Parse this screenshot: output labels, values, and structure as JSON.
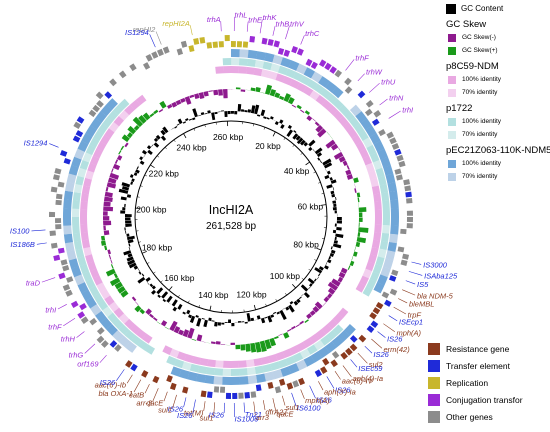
{
  "center": {
    "name": "IncHI2A",
    "size": "261,528 bp"
  },
  "colors": {
    "gc_content": "#000000",
    "gc_skew_neg": "#8e1a8e",
    "gc_skew_pos": "#1a9a1a",
    "p8c59_100": "#e9a9e2",
    "p8c59_70": "#f3d0ef",
    "p1722_100": "#b3e0e0",
    "p1722_70": "#d4ecec",
    "pec21_100": "#6fa6d8",
    "pec21_70": "#bdd2e8",
    "resistance": "#8b3a1e",
    "transfer": "#1f2ad8",
    "replication": "#c8b62c",
    "conjugation": "#9a2bd6",
    "other": "#8c8c8c"
  },
  "ticks": [
    "20 kbp",
    "40 kbp",
    "60 kbp",
    "80 kbp",
    "100 kbp",
    "120 kbp",
    "140 kbp",
    "160 kbp",
    "180 kbp",
    "200 kbp",
    "220 kbp",
    "240 kbp",
    "260 kbp"
  ],
  "legend": {
    "gc_content": "GC Content",
    "gc_skew": "GC Skew",
    "gc_skew_neg": "GC Skew(-)",
    "gc_skew_pos": "GC Skew(+)",
    "p8c59": "p8C59-NDM",
    "p1722": "p1722",
    "pec21": "pEC21Z063-110K-NDM5",
    "identity_100": "100% identity",
    "identity_70": "70% identity"
  },
  "category_legend": {
    "resistance": "Resistance gene",
    "transfer": "Transfer element",
    "replication": "Replication",
    "conjugation": "Conjugation transfor",
    "other": "Other genes"
  },
  "gene_labels": [
    {
      "text": "repHI2A",
      "cat": "replication"
    },
    {
      "text": "repHI2",
      "cat": "other"
    },
    {
      "text": "trhA",
      "cat": "conjugation"
    },
    {
      "text": "trhL",
      "cat": "conjugation"
    },
    {
      "text": "trhE",
      "cat": "conjugation"
    },
    {
      "text": "trhK",
      "cat": "conjugation"
    },
    {
      "text": "trhB",
      "cat": "conjugation"
    },
    {
      "text": "trhV",
      "cat": "conjugation"
    },
    {
      "text": "trhC",
      "cat": "conjugation"
    },
    {
      "text": "trhF",
      "cat": "conjugation"
    },
    {
      "text": "trhW",
      "cat": "conjugation"
    },
    {
      "text": "trhU",
      "cat": "conjugation"
    },
    {
      "text": "trhN",
      "cat": "conjugation"
    },
    {
      "text": "trhI",
      "cat": "conjugation"
    },
    {
      "text": "IS3000",
      "cat": "transfer"
    },
    {
      "text": "ISAba125",
      "cat": "transfer"
    },
    {
      "text": "IS5",
      "cat": "transfer"
    },
    {
      "text": "bla NDM-5",
      "cat": "resistance"
    },
    {
      "text": "bleMBL",
      "cat": "resistance"
    },
    {
      "text": "trpF",
      "cat": "resistance"
    },
    {
      "text": "ISEcp1",
      "cat": "transfer"
    },
    {
      "text": "mph(A)",
      "cat": "resistance"
    },
    {
      "text": "IS26",
      "cat": "transfer"
    },
    {
      "text": "erm(42)",
      "cat": "resistance"
    },
    {
      "text": "IS26",
      "cat": "transfer"
    },
    {
      "text": "sul2",
      "cat": "resistance"
    },
    {
      "text": "ISEc59",
      "cat": "transfer"
    },
    {
      "text": "aph(4)-Ia",
      "cat": "resistance"
    },
    {
      "text": "aac(3)-IV",
      "cat": "resistance"
    },
    {
      "text": "IS26",
      "cat": "transfer"
    },
    {
      "text": "aph(3')-Ia",
      "cat": "resistance"
    },
    {
      "text": "IS26",
      "cat": "transfer"
    },
    {
      "text": "mph(A)",
      "cat": "resistance"
    },
    {
      "text": "IS6100",
      "cat": "transfer"
    },
    {
      "text": "sul1",
      "cat": "resistance"
    },
    {
      "text": "qacE",
      "cat": "resistance"
    },
    {
      "text": "dfrA27",
      "cat": "resistance"
    },
    {
      "text": "arr3",
      "cat": "resistance"
    },
    {
      "text": "Tn21",
      "cat": "transfer"
    },
    {
      "text": "IS1006",
      "cat": "transfer"
    },
    {
      "text": "IS26",
      "cat": "transfer"
    },
    {
      "text": "sul1",
      "cat": "resistance"
    },
    {
      "text": "tet(M)",
      "cat": "resistance"
    },
    {
      "text": "IS26",
      "cat": "transfer"
    },
    {
      "text": "IS26",
      "cat": "transfer"
    },
    {
      "text": "sul1",
      "cat": "resistance"
    },
    {
      "text": "qacE",
      "cat": "resistance"
    },
    {
      "text": "arr-3",
      "cat": "resistance"
    },
    {
      "text": "catB",
      "cat": "resistance"
    },
    {
      "text": "bla OXA-1",
      "cat": "resistance"
    },
    {
      "text": "aac(6')-Ib",
      "cat": "resistance"
    },
    {
      "text": "IS26",
      "cat": "transfer"
    },
    {
      "text": "orf169",
      "cat": "conjugation"
    },
    {
      "text": "trhG",
      "cat": "conjugation"
    },
    {
      "text": "trhH",
      "cat": "conjugation"
    },
    {
      "text": "trhF",
      "cat": "conjugation"
    },
    {
      "text": "trhI",
      "cat": "conjugation"
    },
    {
      "text": "traD",
      "cat": "conjugation"
    },
    {
      "text": "IS186B",
      "cat": "transfer"
    },
    {
      "text": "IS100",
      "cat": "transfer"
    },
    {
      "text": "IS1294",
      "cat": "transfer"
    },
    {
      "text": "IS1294",
      "cat": "transfer"
    }
  ]
}
